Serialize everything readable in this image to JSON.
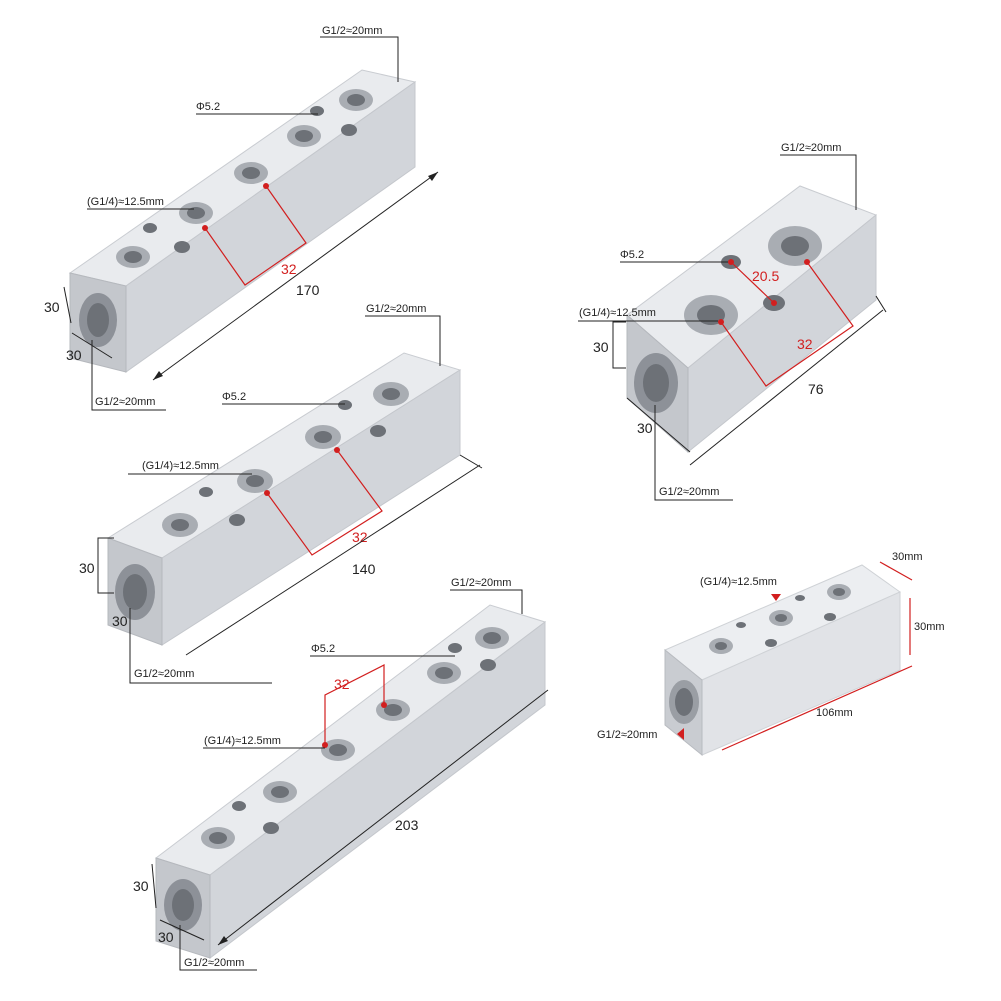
{
  "colors": {
    "top_face": "#e9ebee",
    "front_face": "#d2d5da",
    "end_face": "#c4c7cc",
    "hole": "#a9adb3",
    "hole_inner": "#6d7177",
    "dim_line": "#222222",
    "red": "#d21f1f"
  },
  "manifolds": [
    {
      "id": "m170",
      "labels": {
        "outlet_top": "G1/2≈20mm",
        "outlet_bottom": "G1/2≈20mm",
        "small_hole": "Φ5.2",
        "port": "(G1/4)≈12.5mm",
        "pitch": "32",
        "length": "170",
        "height": "30",
        "depth": "30"
      }
    },
    {
      "id": "m140",
      "labels": {
        "outlet_top": "G1/2≈20mm",
        "outlet_bottom": "G1/2≈20mm",
        "small_hole": "Φ5.2",
        "port": "(G1/4)≈12.5mm",
        "pitch": "32",
        "length": "140",
        "height": "30",
        "depth": "30"
      }
    },
    {
      "id": "m203",
      "labels": {
        "outlet_top": "G1/2≈20mm",
        "outlet_bottom": "G1/2≈20mm",
        "small_hole": "Φ5.2",
        "port": "(G1/4)≈12.5mm",
        "pitch": "32",
        "length": "203",
        "height": "30",
        "depth": "30"
      }
    },
    {
      "id": "m76",
      "labels": {
        "outlet_top": "G1/2≈20mm",
        "outlet_bottom": "G1/2≈20mm",
        "small_hole": "Φ5.2",
        "port": "(G1/4)≈12.5mm",
        "pitch": "32",
        "pitch_small": "20.5",
        "length": "76",
        "height": "30",
        "depth": "30"
      }
    },
    {
      "id": "m106",
      "labels": {
        "port": "(G1/4)≈12.5mm",
        "outlet": "G1/2≈20mm",
        "width": "30mm",
        "height": "30mm",
        "length": "106mm"
      }
    }
  ]
}
